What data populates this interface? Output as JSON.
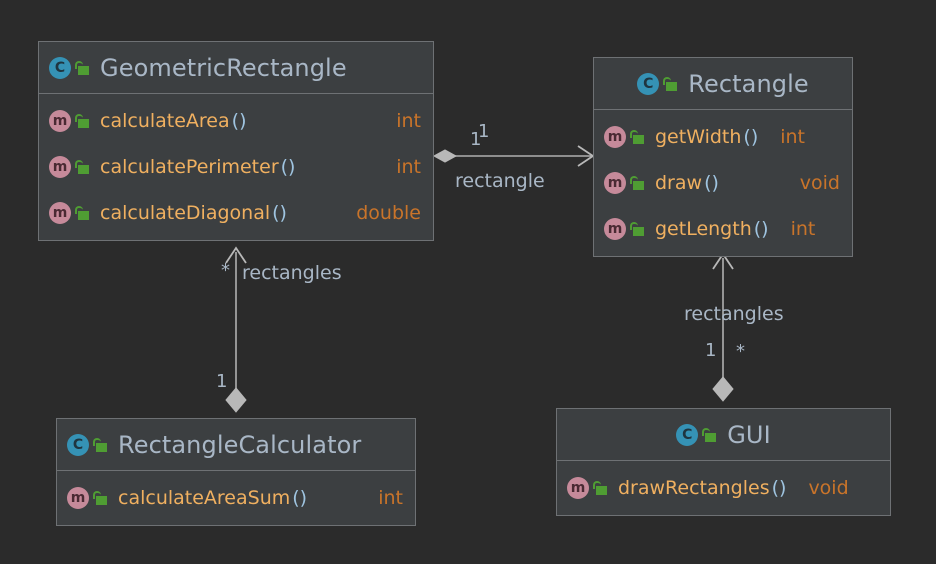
{
  "diagram": {
    "kind": "uml-class-diagram",
    "background": "#2b2b2b",
    "colors": {
      "box_fill": "#3c3f41",
      "box_border": "#6e7174",
      "class_title": "#a9b7c6",
      "member_name": "#f0b060",
      "member_type": "#c9742a",
      "parens": "#9fc4e0",
      "class_icon": "#3592b5",
      "method_icon": "#c68a9a",
      "lock_icon": "#4f9d33",
      "edge": "#b0b0b0"
    },
    "classes": [
      {
        "id": "geometric-rectangle",
        "name": "GeometricRectangle",
        "icon": "class-icon",
        "visibility_icon": "unlocked-padlock-icon",
        "members": [
          {
            "icon": "method-icon",
            "visibility_icon": "unlocked-padlock-icon",
            "name": "calculateArea",
            "parens": "()",
            "type": "int"
          },
          {
            "icon": "method-icon",
            "visibility_icon": "unlocked-padlock-icon",
            "name": "calculatePerimeter",
            "parens": "()",
            "type": "int"
          },
          {
            "icon": "method-icon",
            "visibility_icon": "unlocked-padlock-icon",
            "name": "calculateDiagonal",
            "parens": "()",
            "type": "double"
          }
        ]
      },
      {
        "id": "rectangle",
        "name": "Rectangle",
        "icon": "class-icon",
        "visibility_icon": "unlocked-padlock-icon",
        "members": [
          {
            "icon": "method-icon",
            "visibility_icon": "unlocked-padlock-icon",
            "name": "getWidth",
            "parens": "()",
            "type": "int"
          },
          {
            "icon": "method-icon",
            "visibility_icon": "unlocked-padlock-icon",
            "name": "draw",
            "parens": "()",
            "type": "void"
          },
          {
            "icon": "method-icon",
            "visibility_icon": "unlocked-padlock-icon",
            "name": "getLength",
            "parens": "()",
            "type": "int"
          }
        ]
      },
      {
        "id": "rectangle-calculator",
        "name": "RectangleCalculator",
        "icon": "class-icon",
        "visibility_icon": "unlocked-padlock-icon",
        "members": [
          {
            "icon": "method-icon",
            "visibility_icon": "unlocked-padlock-icon",
            "name": "calculateAreaSum",
            "parens": "()",
            "type": "int"
          }
        ]
      },
      {
        "id": "gui",
        "name": "GUI",
        "icon": "class-icon",
        "visibility_icon": "unlocked-padlock-icon",
        "members": [
          {
            "icon": "method-icon",
            "visibility_icon": "unlocked-padlock-icon",
            "name": "drawRectangles",
            "parens": "()",
            "type": "void"
          }
        ]
      }
    ],
    "relations": [
      {
        "id": "geometric-to-rectangle",
        "from": "geometric-rectangle",
        "to": "rectangle",
        "type": "aggregation",
        "role_label": "rectangle",
        "source_multiplicity": "1",
        "target_multiplicity": "1"
      },
      {
        "id": "calculator-to-geometric",
        "from": "rectangle-calculator",
        "to": "geometric-rectangle",
        "type": "aggregation",
        "role_label": "rectangles",
        "source_multiplicity": "1",
        "target_multiplicity": "*"
      },
      {
        "id": "gui-to-rectangle",
        "from": "gui",
        "to": "rectangle",
        "type": "aggregation",
        "role_label": "rectangles",
        "source_multiplicity": "1",
        "target_multiplicity": "*"
      }
    ]
  }
}
